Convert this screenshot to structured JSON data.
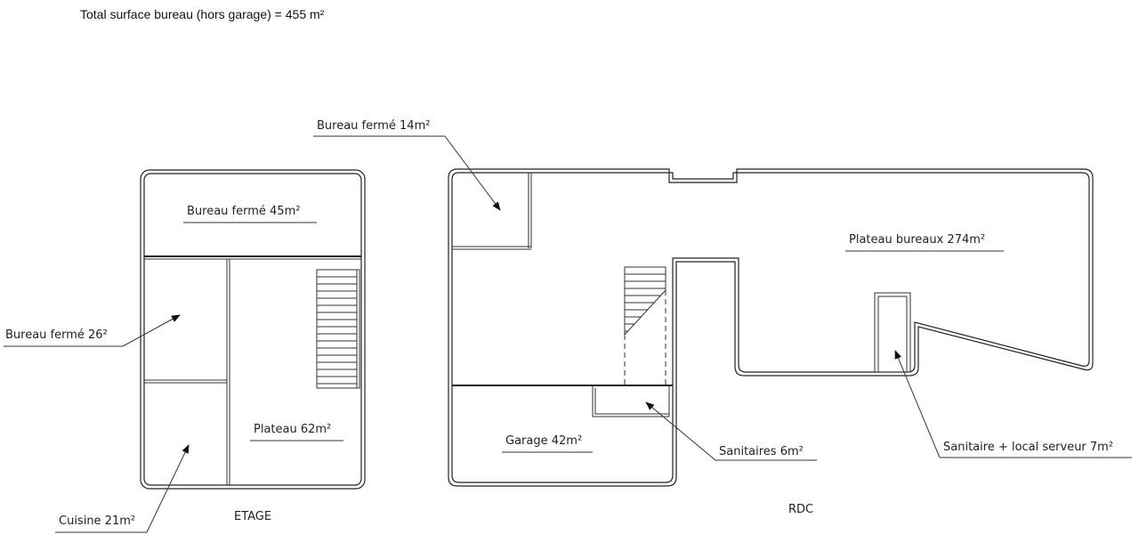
{
  "header": {
    "total_surface": "Total surface bureau (hors garage) = 455 m²"
  },
  "levels": {
    "etage": {
      "title": "ETAGE",
      "rooms": [
        {
          "key": "bureau-45",
          "label": "Bureau fermé 45m²"
        },
        {
          "key": "bureau-26",
          "label": "Bureau fermé 26²"
        },
        {
          "key": "plateau-62",
          "label": "Plateau 62m²"
        },
        {
          "key": "cuisine-21",
          "label": "Cuisine 21m²"
        }
      ]
    },
    "rdc": {
      "title": "RDC",
      "rooms": [
        {
          "key": "bureau-14",
          "label": "Bureau fermé 14m²"
        },
        {
          "key": "plateau-274",
          "label": "Plateau bureaux 274m²"
        },
        {
          "key": "garage-42",
          "label": "Garage 42m²"
        },
        {
          "key": "sanitaires-6",
          "label": "Sanitaires 6m²"
        },
        {
          "key": "sanitaire-serveur-7",
          "label": "Sanitaire + local serveur 7m²"
        }
      ]
    }
  }
}
